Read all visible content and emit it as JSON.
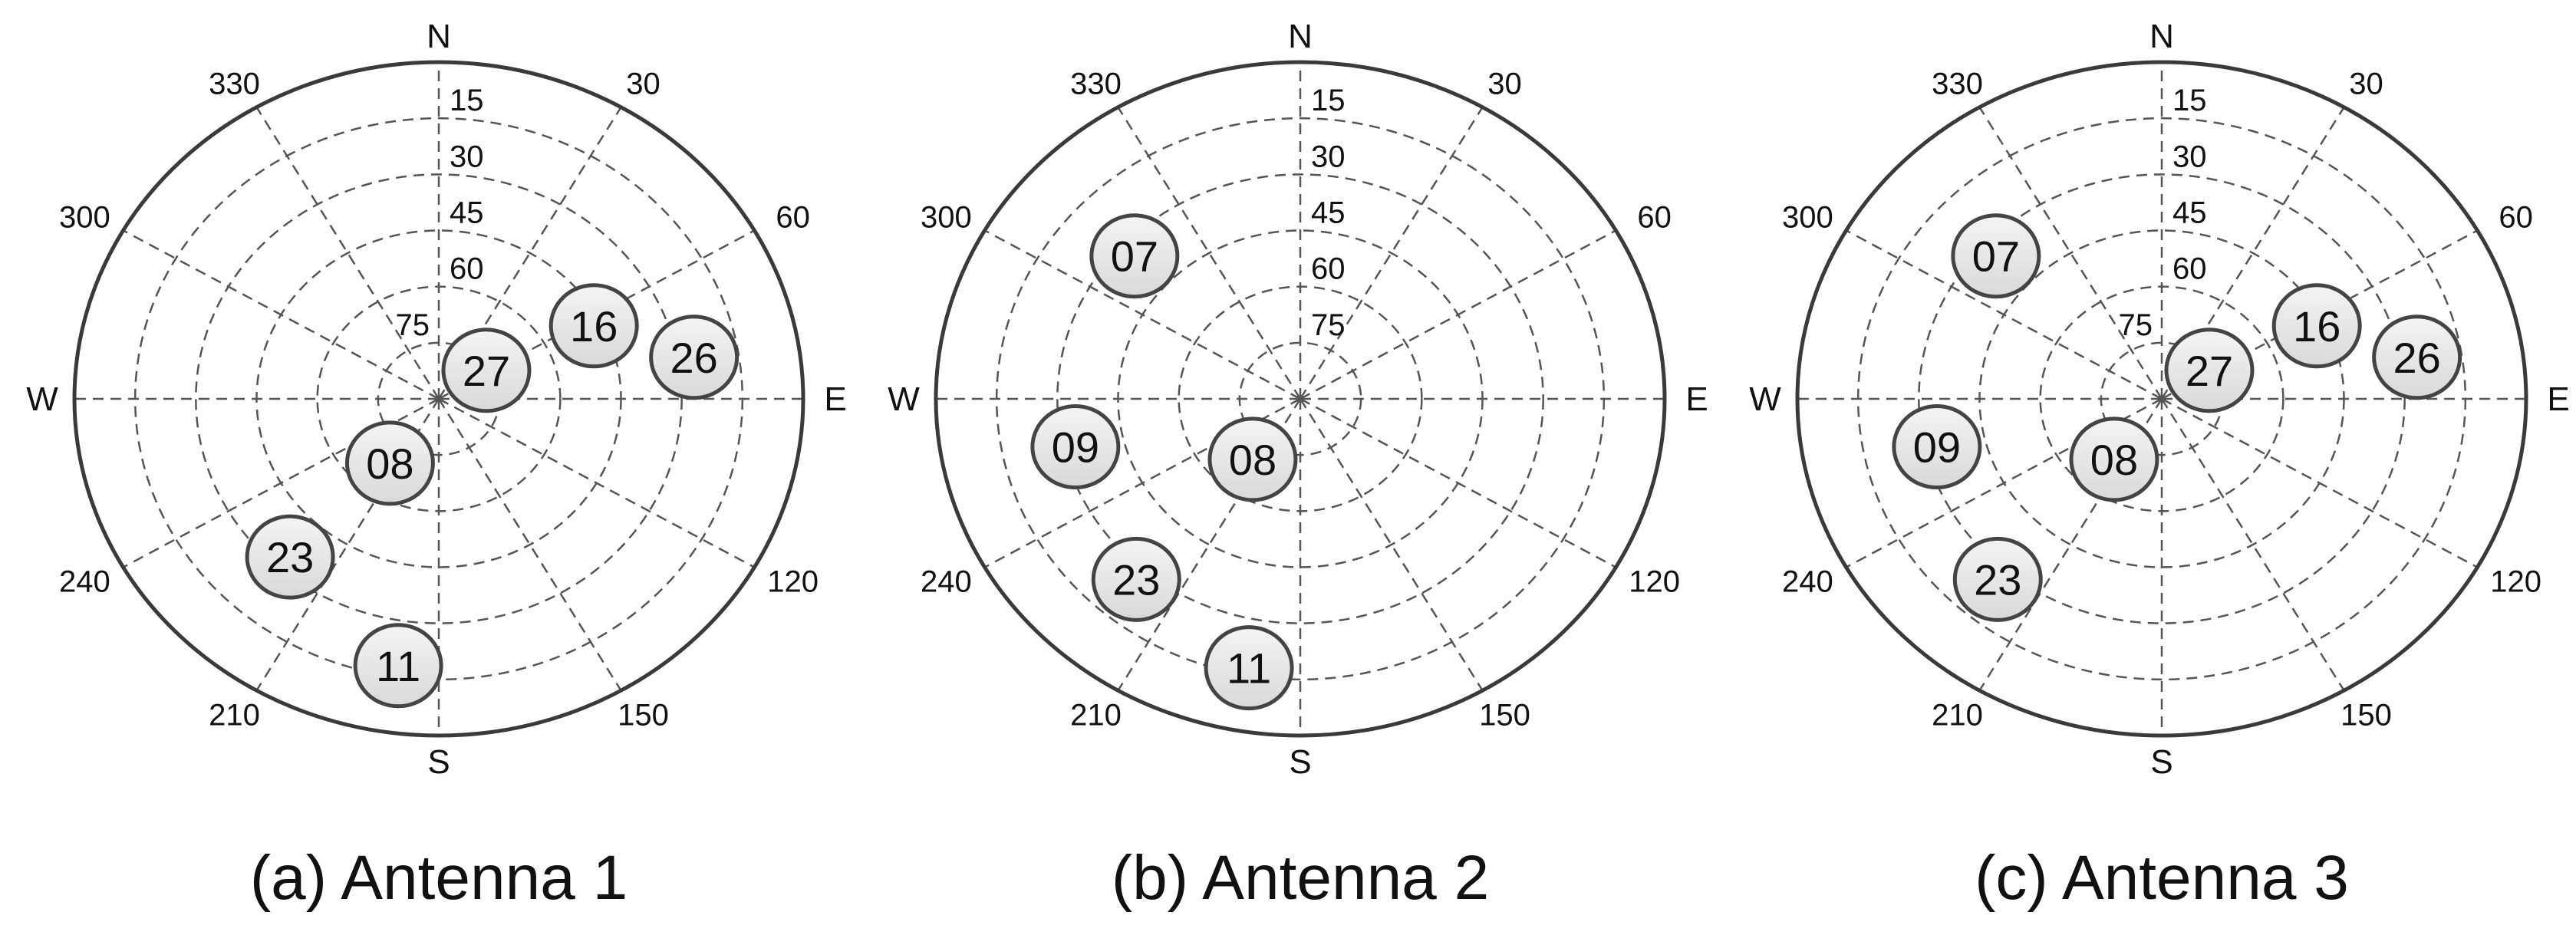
{
  "chart_data": [
    {
      "type": "scatter",
      "subtype": "polar-skyplot",
      "title": "(a)  Antenna 1",
      "azimuth_ticks": [
        0,
        30,
        60,
        90,
        120,
        150,
        180,
        210,
        240,
        270,
        300,
        330
      ],
      "azimuth_labels": {
        "0": "N",
        "30": "30",
        "60": "60",
        "90": "E",
        "120": "120",
        "150": "150",
        "180": "S",
        "210": "210",
        "240": "240",
        "270": "W",
        "300": "300",
        "330": "330"
      },
      "elevation_ticks": [
        15,
        30,
        45,
        60,
        75
      ],
      "elevation_range": [
        0,
        90
      ],
      "grid": true,
      "satellites": [
        {
          "prn": "27",
          "azimuth": 57,
          "elevation": 76
        },
        {
          "prn": "16",
          "azimuth": 63,
          "elevation": 47
        },
        {
          "prn": "26",
          "azimuth": 80,
          "elevation": 26
        },
        {
          "prn": "08",
          "azimuth": 215,
          "elevation": 69
        },
        {
          "prn": "23",
          "azimuth": 221,
          "elevation": 34
        },
        {
          "prn": "11",
          "azimuth": 188,
          "elevation": 18
        }
      ]
    },
    {
      "type": "scatter",
      "subtype": "polar-skyplot",
      "title": "(b)  Antenna 2",
      "azimuth_ticks": [
        0,
        30,
        60,
        90,
        120,
        150,
        180,
        210,
        240,
        270,
        300,
        330
      ],
      "azimuth_labels": {
        "0": "N",
        "30": "30",
        "60": "60",
        "90": "E",
        "120": "120",
        "150": "150",
        "180": "S",
        "210": "210",
        "240": "240",
        "270": "W",
        "300": "300",
        "330": "330"
      },
      "elevation_ticks": [
        15,
        30,
        45,
        60,
        75
      ],
      "elevation_range": [
        0,
        90
      ],
      "grid": true,
      "satellites": [
        {
          "prn": "07",
          "azimuth": 313,
          "elevation": 34
        },
        {
          "prn": "09",
          "azimuth": 257,
          "elevation": 33
        },
        {
          "prn": "08",
          "azimuth": 216,
          "elevation": 70
        },
        {
          "prn": "23",
          "azimuth": 220,
          "elevation": 27
        },
        {
          "prn": "11",
          "azimuth": 190,
          "elevation": 17
        }
      ]
    },
    {
      "type": "scatter",
      "subtype": "polar-skyplot",
      "title": "(c)  Antenna 3",
      "azimuth_ticks": [
        0,
        30,
        60,
        90,
        120,
        150,
        180,
        210,
        240,
        270,
        300,
        330
      ],
      "azimuth_labels": {
        "0": "N",
        "30": "30",
        "60": "60",
        "90": "E",
        "120": "120",
        "150": "150",
        "180": "S",
        "210": "210",
        "240": "240",
        "270": "W",
        "300": "300",
        "330": "330"
      },
      "elevation_ticks": [
        15,
        30,
        45,
        60,
        75
      ],
      "elevation_range": [
        0,
        90
      ],
      "grid": true,
      "satellites": [
        {
          "prn": "07",
          "azimuth": 313,
          "elevation": 34
        },
        {
          "prn": "16",
          "azimuth": 63,
          "elevation": 47
        },
        {
          "prn": "26",
          "azimuth": 80,
          "elevation": 26
        },
        {
          "prn": "27",
          "azimuth": 57,
          "elevation": 76
        },
        {
          "prn": "09",
          "azimuth": 257,
          "elevation": 33
        },
        {
          "prn": "08",
          "azimuth": 216,
          "elevation": 70
        },
        {
          "prn": "23",
          "azimuth": 220,
          "elevation": 27
        }
      ]
    }
  ],
  "colors": {
    "satellite_fill_top": "#f4f4f4",
    "satellite_fill_bottom": "#d9d9d9",
    "satellite_stroke": "#444444",
    "grid": "#555555",
    "outline": "#3a3a3a"
  }
}
